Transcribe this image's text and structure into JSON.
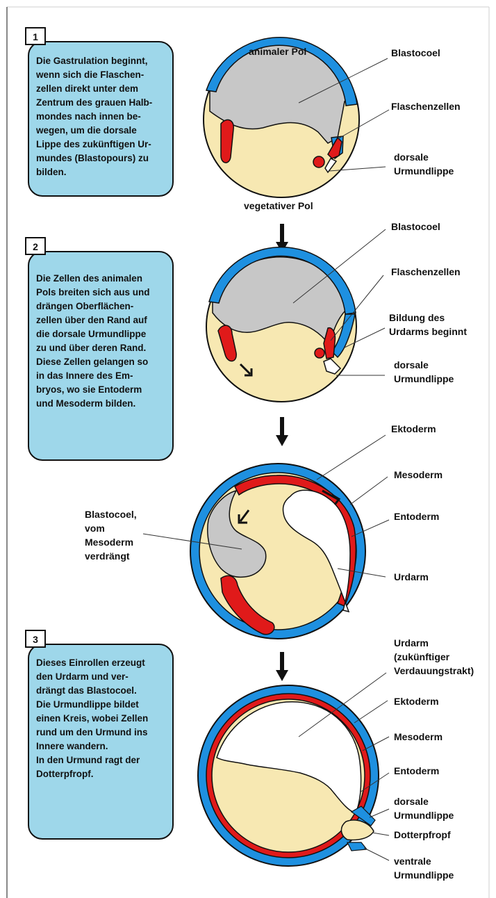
{
  "steps": {
    "s1": {
      "number": "1",
      "lines": [
        "Die Gastrulation beginnt,",
        "wenn sich die Flaschen-",
        "zellen direkt unter dem",
        "Zentrum des grauen Halb-",
        "mondes nach innen be-",
        "wegen, um die dorsale",
        "Lippe des zukünftigen Ur-",
        "mundes (Blastopours) zu",
        "bilden."
      ]
    },
    "s2": {
      "number": "2",
      "lines": [
        "Die Zellen des animalen",
        "Pols breiten sich aus und",
        "drängen Oberflächen-",
        "zellen über den Rand auf",
        "die dorsale Urmundlippe",
        "zu und über deren Rand.",
        "",
        "Diese Zellen gelangen so",
        "in das Innere des Em-",
        "bryos, wo sie Entoderm",
        "und Mesoderm bilden."
      ]
    },
    "s3": {
      "number": "3",
      "lines": [
        "Dieses Einrollen erzeugt",
        "den Urdarm und ver-",
        "drängt das Blastocoel.",
        "",
        "Die Urmundlippe bildet",
        "einen Kreis, wobei Zellen",
        "rund um den Urmund ins",
        "Innere wandern.",
        "In den Urmund ragt der",
        "Dotterpfropf."
      ]
    }
  },
  "labels": {
    "d1": {
      "animaler_pol": "animaler Pol",
      "vegetativer_pol": "vegetativer Pol",
      "blastocoel": "Blastocoel",
      "flaschenzellen": "Flaschenzellen",
      "dorsale_urmundlippe": [
        "dorsale",
        "Urmundlippe"
      ]
    },
    "d2": {
      "blastocoel": "Blastocoel",
      "flaschenzellen": "Flaschenzellen",
      "bildung": [
        "Bildung des",
        "Urdarms beginnt"
      ],
      "dorsale_urmundlippe": [
        "dorsale",
        "Urmundlippe"
      ]
    },
    "d3": {
      "ektoderm": "Ektoderm",
      "mesoderm": "Mesoderm",
      "entoderm": "Entoderm",
      "urdarm": "Urdarm",
      "blastocoel_verdraengt": [
        "Blastocoel,",
        "vom",
        "Mesoderm",
        "verdrängt"
      ]
    },
    "d4": {
      "urdarm": [
        "Urdarm",
        "(zukünftiger",
        "Verdauungstrakt)"
      ],
      "ektoderm": "Ektoderm",
      "mesoderm": "Mesoderm",
      "entoderm": "Entoderm",
      "dorsale_urmundlippe": [
        "dorsale",
        "Urmundlippe"
      ],
      "dotterpfropf": "Dotterpfropf",
      "ventrale_urmundlippe": [
        "ventrale",
        "Urmundlippe"
      ]
    }
  },
  "colors": {
    "ectoderm_blue": "#1e90e0",
    "mesoderm_red": "#e01a1a",
    "yolk_cream": "#f7e8b2",
    "blastocoel_grey": "#c7c7c7",
    "textbox_fill": "#9ed7ea",
    "outline": "#111111"
  },
  "icons": [
    "down-arrow-icon",
    "movement-arrow-icon"
  ]
}
